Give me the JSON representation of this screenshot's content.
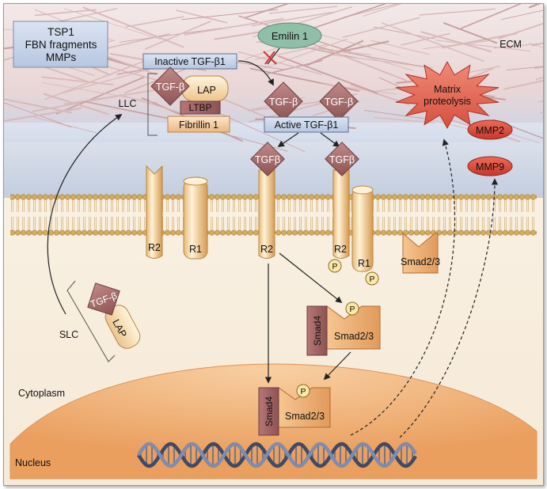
{
  "labels": {
    "tsp1_box": [
      "TSP1",
      "FBN fragments",
      "MMPs"
    ],
    "emilin": "Emilin 1",
    "ecm": "ECM",
    "inactive_tgf": "Inactive TGF-β1",
    "active_tgf": "Active TGF-β1",
    "tgfb_dash": "TGF-β",
    "tgfb": "TGFβ",
    "lap": "LAP",
    "ltbp": "LTBP",
    "fibrillin": "Fibrillin 1",
    "llc": "LLC",
    "slc": "SLC",
    "r1": "R1",
    "r2": "R2",
    "p": "P",
    "smad23": "Smad2/3",
    "smad4": "Smad4",
    "matrix_proteolysis": [
      "Matrix",
      "proteolysis"
    ],
    "mmp2": "MMP2",
    "mmp9": "MMP9",
    "cytoplasm": "Cytoplasm",
    "nucleus": "Nucleus"
  },
  "colors": {
    "ecm_band": "#e9d4d4",
    "ecm_fiber": "#b88a8a",
    "membrane_head": "#d8b46a",
    "cytoplasm": "#fbf3e6",
    "nucleus": "#f0b27a",
    "tgf_diamond": "#a86b6b",
    "box_blue": "#c4d2e8",
    "emilin": "#8fbfa6",
    "mmp_red": "#d9483a",
    "smad": "#e8a46e",
    "smad4": "#9c5f5f",
    "receptor": "#f7d9a0",
    "inhibit": "#d63a3a"
  }
}
